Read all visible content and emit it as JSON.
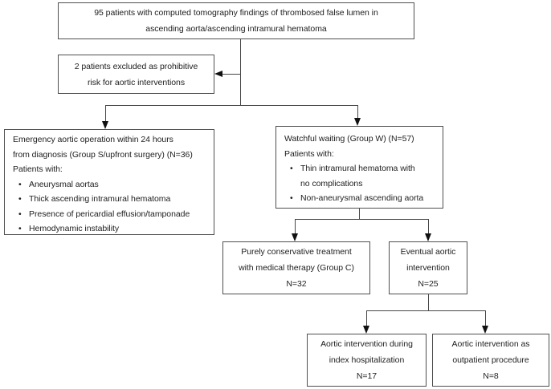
{
  "diagram": {
    "kind": "patient-flow-chart",
    "counts": {
      "enrolled": 95,
      "excluded": 2,
      "group_s": 36,
      "group_w": 57,
      "group_c": 32,
      "eventual_intervention": 25,
      "index_hospitalization": 17,
      "outpatient": 8
    }
  },
  "nodes": {
    "enrollment": {
      "lines": [
        "95 patients with computed tomography findings of thrombosed false lumen in",
        "ascending aorta/ascending intramural hematoma"
      ]
    },
    "excluded": {
      "lines": [
        "2 patients excluded as prohibitive",
        "risk for aortic interventions"
      ]
    },
    "group_s": {
      "intro_lines": [
        "Emergency aortic operation within 24 hours",
        "from diagnosis (Group S/upfront surgery) (N=36)"
      ],
      "subheading": "Patients with:",
      "bullets": [
        [
          "Aneurysmal aortas"
        ],
        [
          "Thick ascending intramural hematoma"
        ],
        [
          "Presence of pericardial effusion/tamponade"
        ],
        [
          "Hemodynamic instability"
        ]
      ]
    },
    "group_w": {
      "intro_lines": [
        "Watchful waiting (Group W) (N=57)"
      ],
      "subheading": "Patients with:",
      "bullets": [
        [
          "Thin intramural hematoma with",
          "no complications"
        ],
        [
          "Non-aneurysmal ascending aorta"
        ]
      ]
    },
    "group_c": {
      "lines": [
        "Purely conservative treatment",
        "with medical therapy (Group C)",
        "N=32"
      ]
    },
    "eventual_intervention": {
      "lines": [
        "Eventual aortic",
        "intervention",
        "N=25"
      ]
    },
    "index_hospitalization": {
      "lines": [
        "Aortic intervention during",
        "index hospitalization",
        "N=17"
      ]
    },
    "outpatient_procedure": {
      "lines": [
        "Aortic intervention as",
        "outpatient procedure",
        "N=8"
      ]
    }
  }
}
